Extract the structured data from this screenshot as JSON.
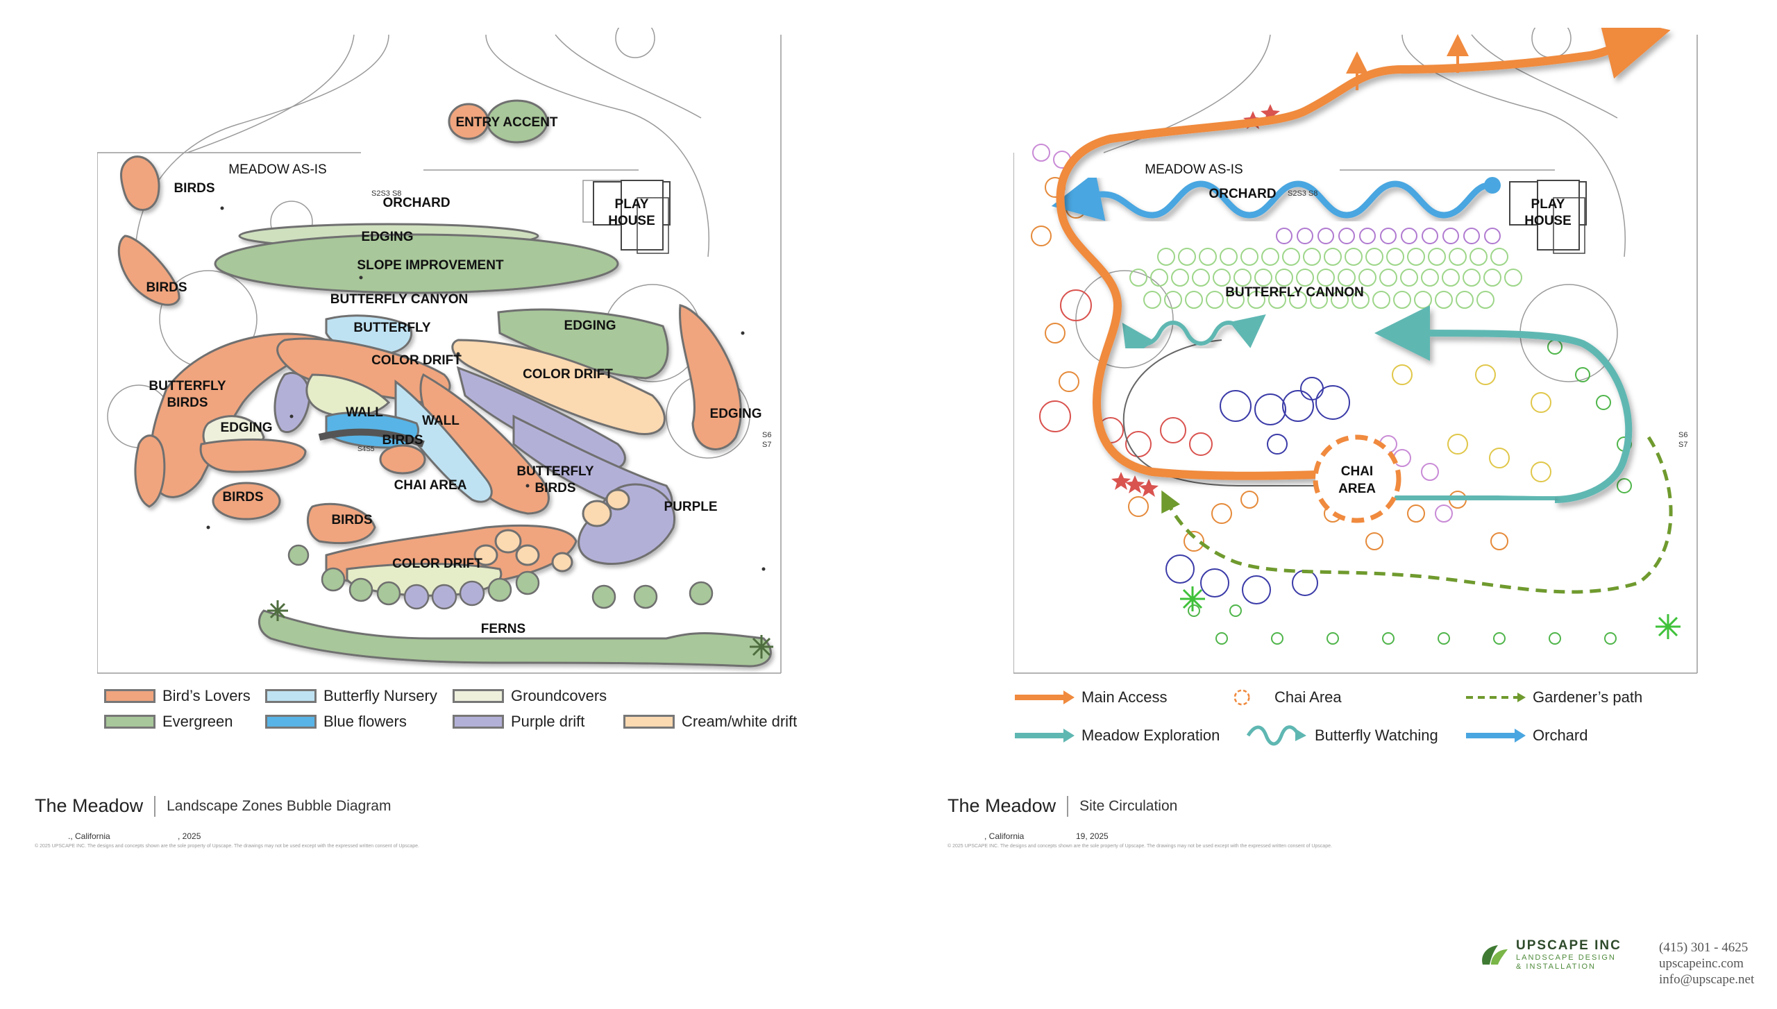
{
  "colors": {
    "birds_lovers": "#f0a57e",
    "evergreen": "#a8c79a",
    "butterfly_nursery": "#bfe2f2",
    "blue_flowers": "#58b4e6",
    "groundcovers": "#eef0dc",
    "purple_drift": "#b3b0d8",
    "cream_white": "#fbd9b1",
    "main_access": "#f08a3e",
    "meadow_exploration": "#5fb7b2",
    "orchard_path": "#4aa6e0",
    "gardeners_path": "#6f9a2e",
    "chai_area": "#f08a3e"
  },
  "left": {
    "zone_labels": {
      "entry_accent": "ENTRY ACCENT",
      "birds_1": "BIRDS",
      "orchard": "ORCHARD",
      "play_house_1": "PLAY",
      "play_house_2": "HOUSE",
      "edging_top": "EDGING",
      "slope_improvement": "SLOPE IMPROVEMENT",
      "birds_2": "BIRDS",
      "butterfly_canyon": "BUTTERFLY CANYON",
      "butterfly": "BUTTERFLY",
      "edging_right": "EDGING",
      "color_drift_1": "COLOR DRIFT",
      "color_drift_2": "COLOR DRIFT",
      "butterfly_birds_1a": "BUTTERFLY",
      "butterfly_birds_1b": "BIRDS",
      "wall_1": "WALL",
      "wall_2": "WALL",
      "edging_left": "EDGING",
      "edging_far_right": "EDGING",
      "birds_3": "BIRDS",
      "chai_area": "CHAI AREA",
      "butterfly_birds_2a": "BUTTERFLY",
      "butterfly_birds_2b": "BIRDS",
      "birds_4": "BIRDS",
      "birds_5": "BIRDS",
      "purple": "PURPLE",
      "color_drift_3": "COLOR DRIFT",
      "ferns": "FERNS"
    },
    "map_labels": {
      "meadow_as_is": "MEADOW AS-IS",
      "tag_1": "S2S3 S8",
      "tag_2": "S4S5",
      "tag_3a": "S6",
      "tag_3b": "S7"
    },
    "legend": [
      {
        "label": "Bird’s Lovers",
        "color": "#f0a57e"
      },
      {
        "label": "Butterfly Nursery",
        "color": "#bfe2f2"
      },
      {
        "label": "Groundcovers",
        "color": "#eef0dc"
      },
      {
        "label": "Evergreen",
        "color": "#a8c79a"
      },
      {
        "label": "Blue flowers",
        "color": "#58b4e6"
      },
      {
        "label": "Purple drift",
        "color": "#b3b0d8"
      },
      {
        "label": "Cream/white drift",
        "color": "#fbd9b1"
      }
    ],
    "title": "The Meadow",
    "subtitle": "Landscape Zones Bubble Diagram",
    "location": "., California",
    "date": ", 2025",
    "copyright": "© 2025 UPSCAPE INC. The designs and concepts shown are the sole property of Upscape. The drawings may not be used except with the expressed written consent of Upscape."
  },
  "right": {
    "map_labels": {
      "meadow_as_is": "MEADOW AS-IS",
      "orchard": "ORCHARD",
      "play_house_1": "PLAY",
      "play_house_2": "HOUSE",
      "butterfly_cannon": "BUTTERFLY CANNON",
      "chai_area_1": "CHAI",
      "chai_area_2": "AREA",
      "tag_1": "S2S3 S8",
      "tag_3a": "S6",
      "tag_3b": "S7"
    },
    "legend": [
      {
        "label": "Main Access",
        "icon": "orange-arrow-icon"
      },
      {
        "label": "Chai Area",
        "icon": "dashed-circle-icon"
      },
      {
        "label": "Gardener’s path",
        "icon": "dashed-arrow-icon"
      },
      {
        "label": "Meadow Exploration",
        "icon": "teal-arrow-icon"
      },
      {
        "label": "Butterfly Watching",
        "icon": "wavy-arrow-icon"
      },
      {
        "label": "Orchard",
        "icon": "blue-arrow-icon"
      }
    ],
    "title": "The Meadow",
    "subtitle": "Site Circulation",
    "location": ", California",
    "date": "19, 2025",
    "copyright": "© 2025 UPSCAPE INC. The designs and concepts shown are the sole property of Upscape. The drawings may not be used except with the expressed written consent of Upscape."
  },
  "brand": {
    "name": "UPSCAPE INC",
    "tagline_1": "LANDSCAPE DESIGN",
    "tagline_2": "& INSTALLATION",
    "phone": "(415) 301 - 4625",
    "website": "upscapeinc.com",
    "email": "info@upscape.net"
  }
}
